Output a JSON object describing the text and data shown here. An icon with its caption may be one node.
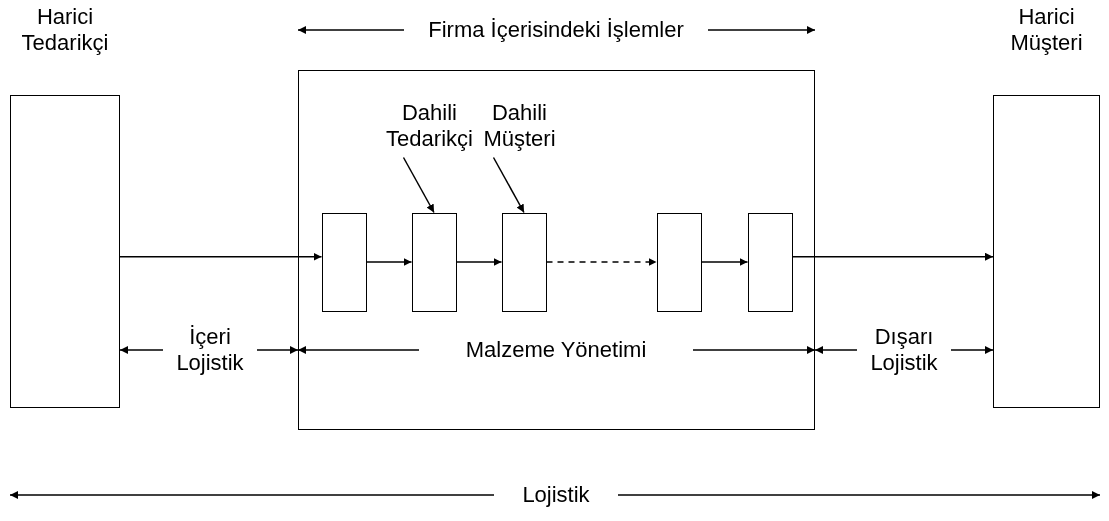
{
  "diagram": {
    "nodes": [
      {
        "text": [
          "Harici Tedarikçi"
        ]
      },
      {
        "text": [],
        "shape": "box"
      },
      {
        "text": [
          "Dahili Tedarikçi"
        ],
        "in": 1
      },
      {
        "text": [
          "Dahili Müşteri"
        ],
        "in": 1
      },
      {
        "text": [],
        "shape": "box",
        "in": 1
      },
      {
        "text": [],
        "shape": "box",
        "in": 1
      },
      {
        "text": [],
        "shape": "box",
        "in": 1
      },
      {
        "text": [],
        "shape": "box",
        "in": 1
      },
      {
        "text": [],
        "shape": "box",
        "in": 1
      },
      {
        "text": [
          "Harici Müşteri"
        ]
      }
    ],
    "edges": [
      {
        "from": 0,
        "to": 4,
        "arrow": "to"
      },
      {
        "from": 4,
        "to": 5,
        "arrow": "to"
      },
      {
        "from": 5,
        "to": 6,
        "arrow": "to"
      },
      {
        "from": 6,
        "to": 7,
        "arrow": "to",
        "style": "dashed"
      },
      {
        "from": 7,
        "to": 8,
        "arrow": "to"
      },
      {
        "from": 8,
        "to": 9,
        "arrow": "to"
      },
      {
        "from": 2,
        "to": 5,
        "arrow": "to"
      },
      {
        "from": 3,
        "to": 6,
        "arrow": "to"
      }
    ],
    "labels": [
      "Firma İçerisindeki İşlemler",
      "İçeri Lojistik",
      "Malzeme Yönetimi",
      "Dışarı Lojistik",
      "Lojistik"
    ]
  }
}
